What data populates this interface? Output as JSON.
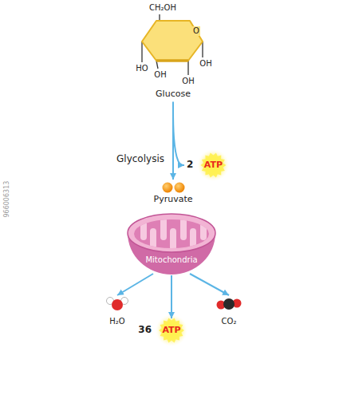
{
  "diagram": {
    "nodes": [
      {
        "text": [
          "Glucose"
        ]
      },
      {
        "text": [
          "2",
          "ATP"
        ]
      },
      {
        "text": [
          "Pyruvate"
        ]
      },
      {
        "text": [
          "Mitochondria"
        ]
      },
      {
        "text": [
          "H₂O"
        ]
      },
      {
        "text": [
          "36",
          "ATP"
        ]
      },
      {
        "text": [
          "CO₂"
        ]
      }
    ],
    "edges": [
      {
        "from": 0,
        "to": 2,
        "label": "Glycolysis",
        "arrow": "to"
      },
      {
        "from": 0,
        "to": 1,
        "arrow": "to"
      },
      {
        "from": 3,
        "to": 4,
        "arrow": "to"
      },
      {
        "from": 3,
        "to": 5,
        "arrow": "to"
      },
      {
        "from": 3,
        "to": 6,
        "arrow": "to"
      }
    ],
    "labels": [
      "CH₂OH",
      "O",
      "HO",
      "OH",
      "OH",
      "OH",
      "966006313"
    ]
  }
}
